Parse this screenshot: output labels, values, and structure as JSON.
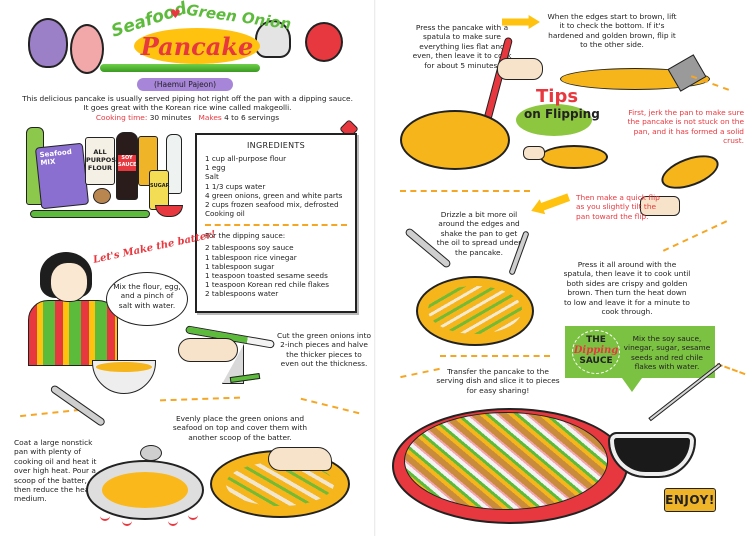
{
  "header": {
    "title_seafood": "Seafood",
    "title_heart": "♥",
    "title_green_onion": "Green Onion",
    "title_pancake": "Pancake",
    "subtitle": "(Haemul Pajeon)",
    "intro": "This delicious pancake is usually served piping hot right off the pan with a dipping sauce. It goes great with the Korean rice wine called makgeolli.",
    "cooking_time_label": "Cooking time:",
    "cooking_time_value": "30 minutes",
    "makes_label": "Makes",
    "makes_value": "4 to 6 servings"
  },
  "pantry": {
    "seafood_bag": "Seafood MIX",
    "flour_bag": "ALL PURPOSE FLOUR",
    "soy_label": "SOY SAUCE",
    "sugar_label": "SUGAR"
  },
  "ingredients": {
    "title": "INGREDIENTS",
    "items": [
      "1 cup all-purpose flour",
      "1 egg",
      "Salt",
      "1 1/3 cups water",
      "4 green onions, green and white parts",
      "2 cups frozen seafood mix, defrosted",
      "Cooking oil"
    ],
    "dipping_title": "For the dipping sauce:",
    "dipping_items": [
      "2 tablespoons soy sauce",
      "1 tablespoon rice vinegar",
      "1 tablespoon sugar",
      "1 teaspoon toasted sesame seeds",
      "1 teaspoon Korean red chile flakes",
      "2 tablespoons water"
    ]
  },
  "steps": {
    "lets_make": "Let's Make the batter!",
    "mix": "Mix the flour, egg, and a pinch of salt with water.",
    "cut": "Cut the green onions into 2-inch pieces and halve the thicker pieces to even out the thickness.",
    "coat": "Coat a large nonstick pan with plenty of cooking oil and heat it over high heat. Pour a scoop of the batter, then reduce the heat to medium.",
    "evenly": "Evenly place the green onions and seafood on top and cover them with another scoop of the batter.",
    "press": "Press the pancake with a spatula to make sure everything lies flat and even, then leave it to cook for about 5 minutes.",
    "edges": "When the edges start to brown, lift it to check the bottom. If it's hardened and golden brown, flip it to the other side.",
    "drizzle": "Drizzle a bit more oil around the edges and shake the pan to get the oil to spread under the pancake.",
    "press_all": "Press it all around with the spatula, then leave it to cook until both sides are crispy and golden brown. Then turn the heat down to low and leave it for a minute to cook through.",
    "transfer": "Transfer the pancake to the serving dish and slice it to pieces for easy sharing!"
  },
  "tips": {
    "tips_word": "Tips",
    "on_flipping": "on Flipping",
    "first": "First, jerk the pan to make sure the pancake is not stuck on the pan, and it has formed a solid crust.",
    "then": "Then make a quick flip as you slightly tilt the pan toward the flip."
  },
  "dipping_sauce": {
    "the": "THE",
    "dipping": "Dipping",
    "sauce": "SAUCE",
    "text": "Mix the soy sauce, vinegar, sugar, sesame seeds and red chile flakes with water."
  },
  "enjoy": "ENJOY!",
  "colors": {
    "accent_red": "#e8383f",
    "accent_green": "#7cc242",
    "accent_yellow": "#ffc20e",
    "accent_purple": "#a785d8",
    "dash_orange": "#f5a623"
  }
}
